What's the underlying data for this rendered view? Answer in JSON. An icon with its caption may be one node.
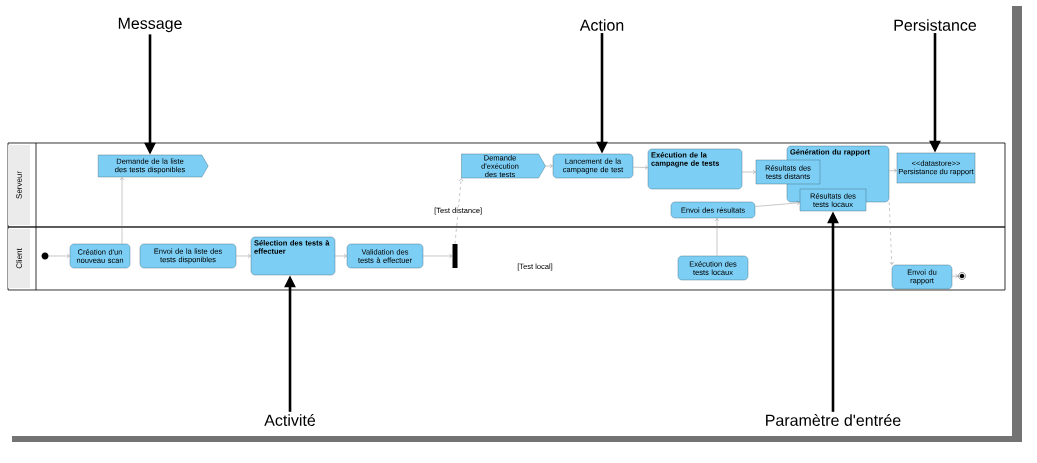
{
  "diagram": {
    "nodes": [
      {
        "text": [
          "Message"
        ]
      },
      {
        "text": [
          "Action"
        ]
      },
      {
        "text": [
          "Persistance"
        ]
      },
      {
        "text": [
          "Activité"
        ]
      },
      {
        "text": [
          "Paramètre d'entrée"
        ]
      },
      {
        "text": [
          "Serveur"
        ]
      },
      {
        "text": [
          "Client"
        ]
      },
      {
        "text": [],
        "shape": "circle",
        "in": 6
      },
      {
        "text": [
          "Création d'un nouveau scan"
        ],
        "in": 6
      },
      {
        "text": [
          "Demande de la liste des tests disponibles"
        ],
        "in": 5
      },
      {
        "text": [
          "Envoi de la liste des tests disponibles"
        ],
        "in": 6
      },
      {
        "text": [
          "Sélection des tests à effectuer"
        ],
        "in": 6
      },
      {
        "text": [
          "Validation des tests à effectuer"
        ],
        "in": 6
      },
      {
        "text": [],
        "shape": "bar",
        "in": 6
      },
      {
        "text": [
          "Demande d'exécution des tests"
        ],
        "in": 5
      },
      {
        "text": [
          "Lancement de la campagne de test"
        ],
        "in": 5
      },
      {
        "text": [
          "Exécution de la campagne de tests"
        ],
        "in": 5
      },
      {
        "text": [
          "Génération du rapport"
        ],
        "in": 5
      },
      {
        "text": [
          "Résultats des tests distants"
        ],
        "in": 5
      },
      {
        "text": [
          "Résultats des tests locaux"
        ],
        "in": 5
      },
      {
        "text": [
          "Envoi des résultats"
        ],
        "in": 5
      },
      {
        "text": [
          "Exécution des tests locaux"
        ],
        "in": 6
      },
      {
        "text": [
          "<<datastore>>",
          "Persistance du rapport"
        ],
        "in": 5
      },
      {
        "text": [
          "Envoi du rapport"
        ],
        "in": 6
      },
      {
        "text": [],
        "shape": "circle",
        "in": 6
      }
    ],
    "edges": [
      {
        "from": 7,
        "to": 8,
        "arrow": "to"
      },
      {
        "from": 8,
        "to": 9,
        "arrow": "to"
      },
      {
        "from": 10,
        "to": 11,
        "arrow": "to"
      },
      {
        "from": 11,
        "to": 12,
        "arrow": "to"
      },
      {
        "from": 12,
        "to": 13,
        "arrow": "to"
      },
      {
        "from": 13,
        "to": 14,
        "arrow": "to",
        "style": "dashed",
        "label": "[Test distance]"
      },
      {
        "from": 14,
        "to": 15,
        "arrow": "to"
      },
      {
        "from": 15,
        "to": 16,
        "arrow": "to"
      },
      {
        "from": 16,
        "to": 18,
        "arrow": "to"
      },
      {
        "from": 21,
        "to": 20,
        "arrow": "to"
      },
      {
        "from": 20,
        "to": 19,
        "arrow": "to"
      },
      {
        "from": 17,
        "to": 22,
        "arrow": "to"
      },
      {
        "from": 17,
        "to": 23,
        "arrow": "to",
        "style": "dashed"
      },
      {
        "from": 23,
        "to": 24,
        "arrow": "to"
      },
      {
        "from": 0,
        "to": 9,
        "arrow": "to",
        "style": "thick",
        "color": "#000000"
      },
      {
        "from": 1,
        "to": 15,
        "arrow": "to",
        "style": "thick",
        "color": "#000000"
      },
      {
        "from": 2,
        "to": 22,
        "arrow": "to",
        "style": "thick",
        "color": "#000000"
      },
      {
        "from": 3,
        "to": 11,
        "arrow": "to",
        "style": "thick",
        "color": "#000000"
      },
      {
        "from": 4,
        "to": 19,
        "arrow": "to",
        "style": "thick",
        "color": "#000000"
      }
    ],
    "labels": [
      "[Test local]"
    ]
  }
}
